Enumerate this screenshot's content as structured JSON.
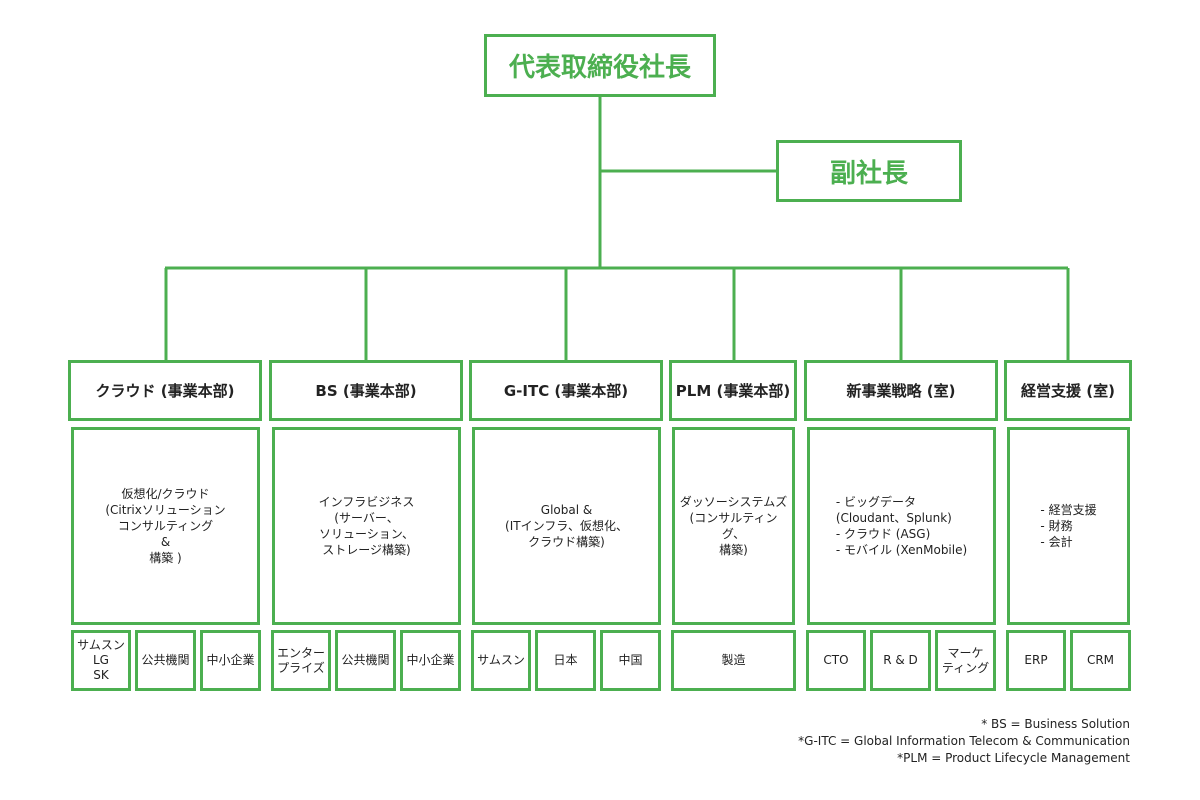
{
  "colors": {
    "accent": "#4caf50",
    "text": "#222222"
  },
  "president": "代表取締役社長",
  "vice_president": "副社長",
  "divisions": [
    {
      "name": "クラウド (事業本部)",
      "description": "仮想化/クラウド\n(Citrixソリューション\nコンサルティング\n&\n構築 )",
      "units": [
        "サムスン\nLG\nSK",
        "公共機関",
        "中小企業"
      ]
    },
    {
      "name": "BS (事業本部)",
      "description": "インフラビジネス\n(サーバー、\nソリューション、\nストレージ構築)",
      "units": [
        "エンター\nプライズ",
        "公共機関",
        "中小企業"
      ]
    },
    {
      "name": "G-ITC (事業本部)",
      "description": "Global &\n(ITインフラ、仮想化、\nクラウド構築)",
      "units": [
        "サムスン",
        "日本",
        "中国"
      ]
    },
    {
      "name": "PLM (事業本部)",
      "description": "ダッソーシステムズ\n(コンサルティング、\n構築)",
      "units": [
        "製造"
      ]
    },
    {
      "name": "新事業戦略 (室)",
      "description": "- ビッグデータ\n  (Cloudant、Splunk)\n- クラウド (ASG)\n- モバイル (XenMobile)",
      "units": [
        "CTO",
        "R & D",
        "マーケ\nティング"
      ]
    },
    {
      "name": "経営支援 (室)",
      "description": "- 経営支援\n- 財務\n- 会計",
      "units": [
        "ERP",
        "CRM"
      ]
    }
  ],
  "notes": [
    "* BS = Business Solution",
    "*G-ITC = Global Information Telecom & Communication",
    "*PLM = Product Lifecycle Management"
  ]
}
